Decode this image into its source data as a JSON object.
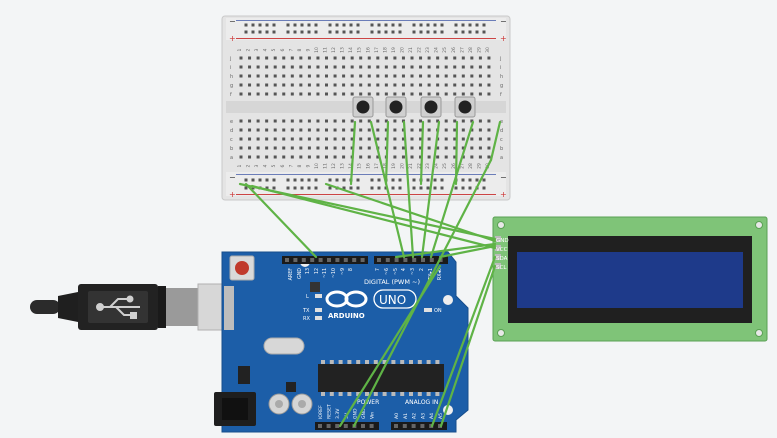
{
  "breadboard": {
    "columns": [
      "1",
      "2",
      "3",
      "4",
      "5",
      "6",
      "7",
      "8",
      "9",
      "10",
      "11",
      "12",
      "13",
      "14",
      "15",
      "16",
      "17",
      "18",
      "19",
      "20",
      "21",
      "22",
      "23",
      "24",
      "25",
      "26",
      "27",
      "28",
      "29",
      "30"
    ],
    "rows_top": [
      "j",
      "i",
      "h",
      "g",
      "f"
    ],
    "rows_bottom": [
      "e",
      "d",
      "c",
      "b",
      "a"
    ],
    "rail_minus": "−",
    "rail_plus": "+"
  },
  "arduino": {
    "logo_text": "ARDUINO",
    "model": "UNO",
    "digital_label": "DIGITAL (PWM ~)",
    "power_label": "POWER",
    "analog_label": "ANALOG IN",
    "on_label": "ON",
    "tx_label": "TX",
    "rx_label": "RX",
    "l_label": "L",
    "top_header_pins": [
      "AREF",
      "GND",
      "13",
      "12",
      "~11",
      "~10",
      "~9",
      "8",
      "7",
      "~6",
      "~5",
      "4",
      "~3",
      "2",
      "TX▸1",
      "RX◂0"
    ],
    "power_pins": [
      "IOREF",
      "RESET",
      "3.3V",
      "5V",
      "GND",
      "GND",
      "Vin"
    ],
    "analog_pins": [
      "A0",
      "A1",
      "A2",
      "A3",
      "A4",
      "A5"
    ]
  },
  "lcd": {
    "pins": [
      "GND",
      "VCC",
      "SDA",
      "SCL"
    ]
  },
  "colors": {
    "wire": "#5fb346",
    "board": "#1c5ea8",
    "lcd_pcb": "#7fc478",
    "lcd_screen": "#1e3a8a"
  }
}
